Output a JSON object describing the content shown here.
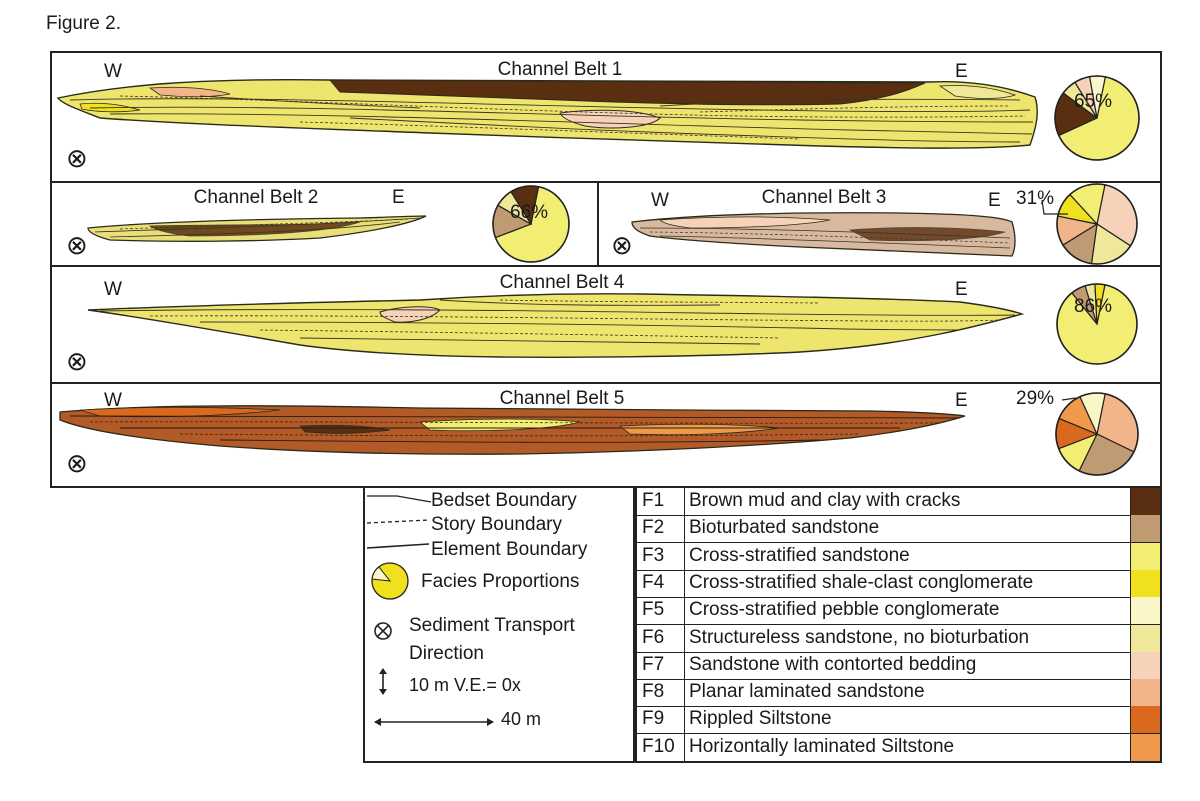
{
  "figure_label": "Figure 2.",
  "colors": {
    "F1": "#5a2e10",
    "F2": "#bf9a72",
    "F3": "#f2ee74",
    "F4": "#f0e01e",
    "F5": "#fbf6c8",
    "F6": "#efe79a",
    "F7": "#f6d3b8",
    "F8": "#f2b489",
    "F9": "#d8691e",
    "F10": "#ef9a4a"
  },
  "panels": [
    {
      "title": "Channel Belt 1",
      "west": "W",
      "east": "E",
      "percent": "65%"
    },
    {
      "title": "Channel Belt 2",
      "west": "",
      "east": "E",
      "percent": "66%"
    },
    {
      "title": "Channel Belt 3",
      "west": "W",
      "east": "E",
      "percent": "31%"
    },
    {
      "title": "Channel Belt 4",
      "west": "W",
      "east": "E",
      "percent": "86%"
    },
    {
      "title": "Channel Belt 5",
      "west": "W",
      "east": "E",
      "percent": "29%"
    }
  ],
  "transport_symbol": "⊗",
  "legend": {
    "bedset": "Bedset Boundary",
    "story": "Story Boundary",
    "element": "Element Boundary",
    "facies_prop": "Facies Proportions",
    "transport_line1": "Sediment Transport",
    "transport_line2": "Direction",
    "vertical_scale": "10 m V.E.= 0x",
    "horizontal_scale": "40 m"
  },
  "facies": [
    {
      "code": "F1",
      "desc": "Brown mud and clay with cracks",
      "color": "#5a2e10"
    },
    {
      "code": "F2",
      "desc": "Bioturbated sandstone",
      "color": "#bf9a72"
    },
    {
      "code": "F3",
      "desc": "Cross-stratified sandstone",
      "color": "#f2ee74"
    },
    {
      "code": "F4",
      "desc": "Cross-stratified shale-clast conglomerate",
      "color": "#f0e01e"
    },
    {
      "code": "F5",
      "desc": "Cross-stratified pebble conglomerate",
      "color": "#fbf6c8"
    },
    {
      "code": "F6",
      "desc": "Structureless sandstone, no bioturbation",
      "color": "#efe79a"
    },
    {
      "code": "F7",
      "desc": "Sandstone with contorted bedding",
      "color": "#f6d3b8"
    },
    {
      "code": "F8",
      "desc": "Planar laminated sandstone",
      "color": "#f2b489"
    },
    {
      "code": "F9",
      "desc": "Rippled Siltstone",
      "color": "#d8691e"
    },
    {
      "code": "F10",
      "desc": "Horizontally laminated Siltstone",
      "color": "#ef9a4a"
    }
  ]
}
